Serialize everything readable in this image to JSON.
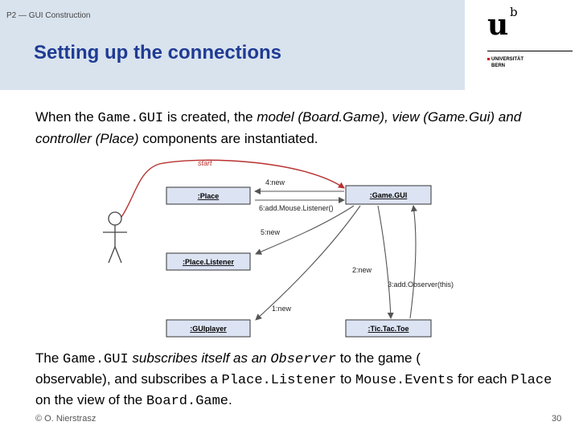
{
  "header": {
    "course_label": "P2 — GUI Construction",
    "title": "Setting up the connections"
  },
  "logo": {
    "letter_u": "u",
    "letter_b": "b",
    "line1": "UNIVERSITÄT",
    "line2": "BERN",
    "accent_color": "#cc0000"
  },
  "intro": {
    "t1": "When the ",
    "c1": "Game.GUI",
    "t2": " is created, the ",
    "i1": "model (Board.Game), view (Game.Gui) and controller (Place)",
    "t3": " components are instantiated."
  },
  "diagram": {
    "start_label": "start",
    "boxes": {
      "place": ":Place",
      "gamegui": ":Game.GUI",
      "placelistener": ":Place.Listener",
      "guiplayer": ":GUIplayer",
      "tictactoe": ":Tic.Tac.Toe"
    },
    "messages": {
      "m4": "4:new",
      "m6": "6:add.Mouse.Listener()",
      "m5": "5:new",
      "m2": "2:new",
      "m3": "3:add.Observer(this)",
      "m1": "1:new"
    },
    "colors": {
      "box_fill": "#dce3f3",
      "line": "#555555",
      "start_line": "#b8312f"
    }
  },
  "para2": {
    "t1": "The ",
    "c1": "Game.GUI",
    "i1": " subscribes itself as an ",
    "c2": "Observer",
    "t2": " to the game (",
    "t3": "observable), and subscribes a ",
    "c3": "Place.Listener",
    "t4": " to ",
    "c4": "Mouse.Events",
    "t5": " for each ",
    "c5": "Place",
    "t6": " on the view of the ",
    "c6": "Board.Game",
    "t7": "."
  },
  "footer": {
    "copyright": "© O. Nierstrasz",
    "page": "30"
  }
}
